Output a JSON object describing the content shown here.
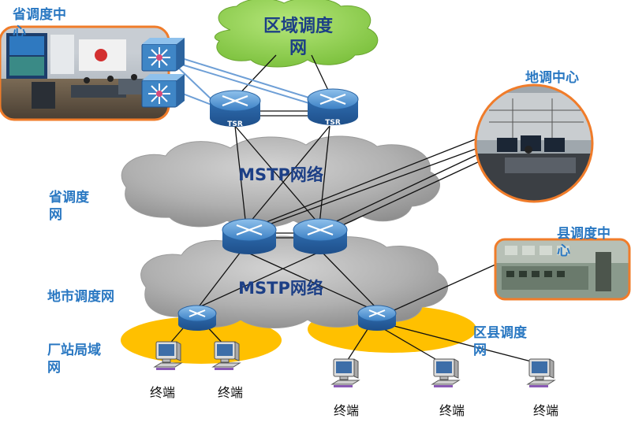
{
  "clouds": {
    "regional": "区域调度\n网",
    "mstp_upper": "MSTP网络",
    "mstp_lower": "MSTP网络"
  },
  "labels": {
    "provincial_center": "省调度中\n心",
    "prefecture_center": "地调中心",
    "provincial_network": "省调度\n网",
    "county_center": "县调度中\n心",
    "city_network": "地市调度网",
    "plant_lan": "厂站局域\n网",
    "district_network": "区县调度\n网"
  },
  "routers": {
    "tsr_left": "TSR",
    "tsr_right": "TSR"
  },
  "terminals": [
    "终端",
    "终端",
    "终端",
    "终端",
    "终端"
  ],
  "colors": {
    "regional_cloud": "#8cd14a",
    "mstp_cloud": "#a7a7a7",
    "lan_ellipse": "#ffc000",
    "photo_border": "#f07c2a",
    "label_blue": "#2a78c2",
    "router_blue": "#3f86c6"
  },
  "icons": [
    "router-icon",
    "switch-icon",
    "computer-terminal-icon",
    "control-room-photo"
  ]
}
